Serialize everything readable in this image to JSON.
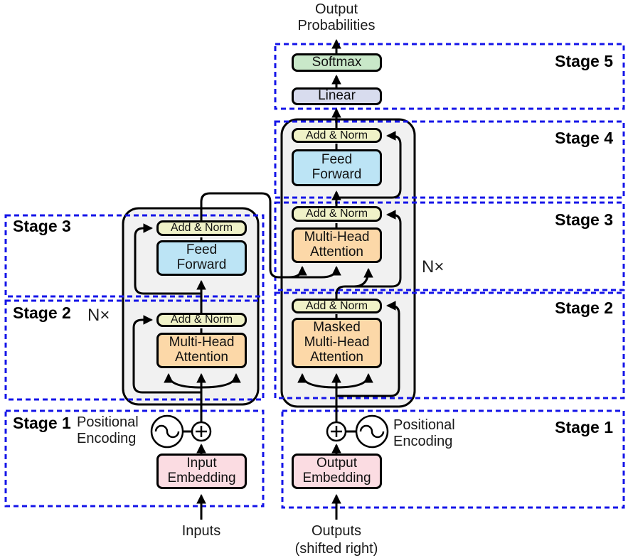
{
  "diagram": {
    "top_output": "Output\nProbabilities",
    "inputs_label": "Inputs",
    "outputs_label": "Outputs",
    "outputs_note": "(shifted right)",
    "n_times": "N×",
    "positional_encoding": "Positional\nEncoding",
    "blocks": {
      "softmax": "Softmax",
      "linear": "Linear",
      "add_norm": "Add & Norm",
      "feed_forward": "Feed Forward",
      "multi_head_attention": "Multi-Head Attention",
      "masked_multi_head_attention": "Masked Multi-Head Attention",
      "input_embedding": "Input Embedding",
      "output_embedding": "Output Embedding"
    },
    "stage_labels": {
      "left": [
        "Stage 3",
        "Stage 2",
        "Stage 1"
      ],
      "right": [
        "Stage 5",
        "Stage 4",
        "Stage 3",
        "Stage 2",
        "Stage 1"
      ]
    },
    "colors": {
      "stage_box_border": "#1414e8",
      "module_background": "#f1f1f1",
      "softmax_fill": "#c9e8c9",
      "linear_fill": "#d8dcee",
      "add_norm_fill": "#f0f2c8",
      "feed_forward_fill": "#bce4f5",
      "attention_fill": "#fcd8a8",
      "embedding_fill": "#fbdce2",
      "line_color": "#000000"
    }
  }
}
